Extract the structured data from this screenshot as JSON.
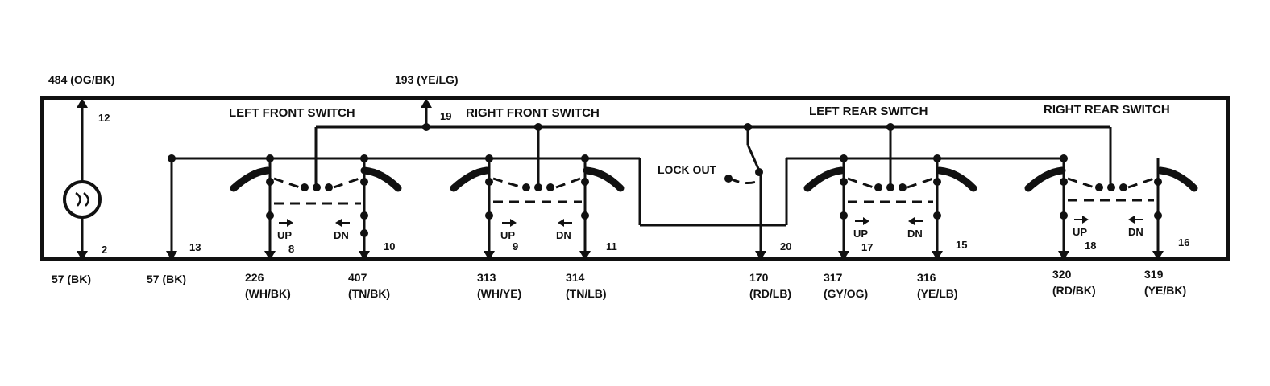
{
  "external_wires": {
    "w484": "484 (OG/BK)",
    "w193": "193 (YE/LG)",
    "w57a": "57 (BK)",
    "w57b": "57 (BK)",
    "w226": "226",
    "w226c": "(WH/BK)",
    "w407": "407",
    "w407c": "(TN/BK)",
    "w313": "313",
    "w313c": "(WH/YE)",
    "w314": "314",
    "w314c": "(TN/LB)",
    "w170": "170",
    "w170c": "(RD/LB)",
    "w317": "317",
    "w317c": "(GY/OG)",
    "w316": "316",
    "w316c": "(YE/LB)",
    "w320": "320",
    "w320c": "(RD/BK)",
    "w319": "319",
    "w319c": "(YE/BK)"
  },
  "switches": {
    "left_front": "LEFT FRONT SWITCH",
    "right_front": "RIGHT FRONT SWITCH",
    "left_rear": "LEFT REAR SWITCH",
    "right_rear": "RIGHT REAR SWITCH",
    "lock_out": "LOCK OUT"
  },
  "direction_labels": {
    "up": "UP",
    "dn": "DN"
  },
  "pins": {
    "p12": "12",
    "p2": "2",
    "p19": "19",
    "p13": "13",
    "p8": "8",
    "p10": "10",
    "p9": "9",
    "p11": "11",
    "p20": "20",
    "p17": "17",
    "p15": "15",
    "p18": "18",
    "p16": "16"
  }
}
